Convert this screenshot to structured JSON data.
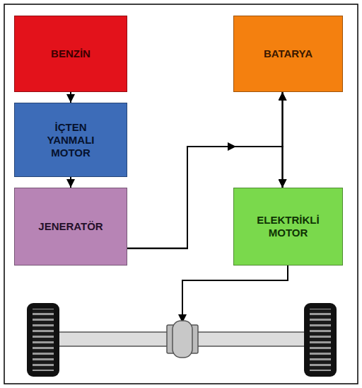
{
  "diagram": {
    "nodes": [
      {
        "text": [
          "BENZİN"
        ]
      },
      {
        "text": [
          "İÇTEN YANMALI MOTOR"
        ]
      },
      {
        "text": [
          "JENERATÖR"
        ]
      },
      {
        "text": [
          "BATARYA"
        ]
      },
      {
        "text": [
          "ELEKTRİKLİ MOTOR"
        ]
      }
    ],
    "edges": [
      {
        "from": 0,
        "to": 1,
        "arrow": "to"
      },
      {
        "from": 1,
        "to": 2,
        "arrow": "to"
      },
      {
        "from": 2,
        "to": 3,
        "arrow": "to"
      },
      {
        "from": 2,
        "to": 4,
        "arrow": "to"
      },
      {
        "from": 3,
        "to": 4,
        "arrow": "both"
      }
    ]
  }
}
